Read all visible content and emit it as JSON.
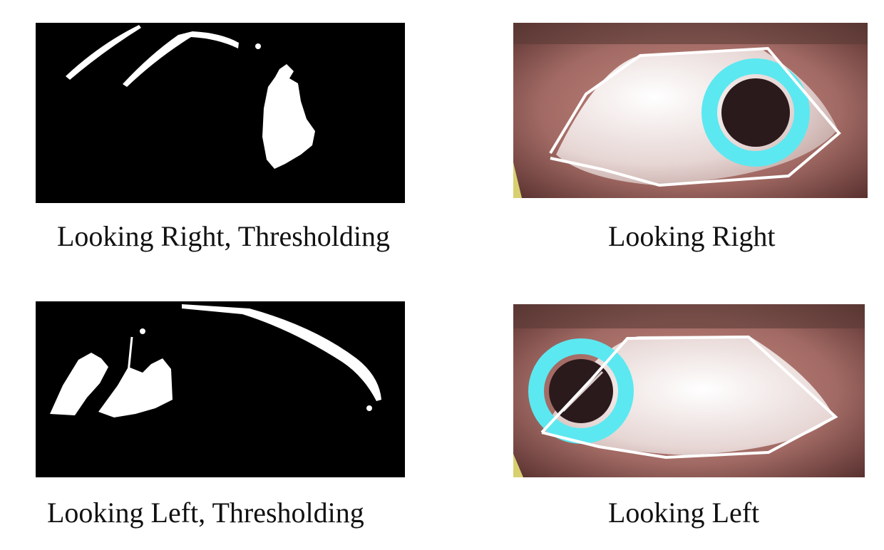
{
  "panels": [
    {
      "id": "thr-right",
      "caption": "Looking Right, Thresholding"
    },
    {
      "id": "eye-right",
      "caption": "Looking Right"
    },
    {
      "id": "thr-left",
      "caption": "Looking Left, Thresholding"
    },
    {
      "id": "eye-left",
      "caption": "Looking Left"
    }
  ],
  "colors": {
    "threshold_background": "#000000",
    "threshold_foreground": "#ffffff",
    "iris_marker": "#5ce8f0",
    "eye_outline": "#ffffff",
    "skin": "#a8706a"
  }
}
